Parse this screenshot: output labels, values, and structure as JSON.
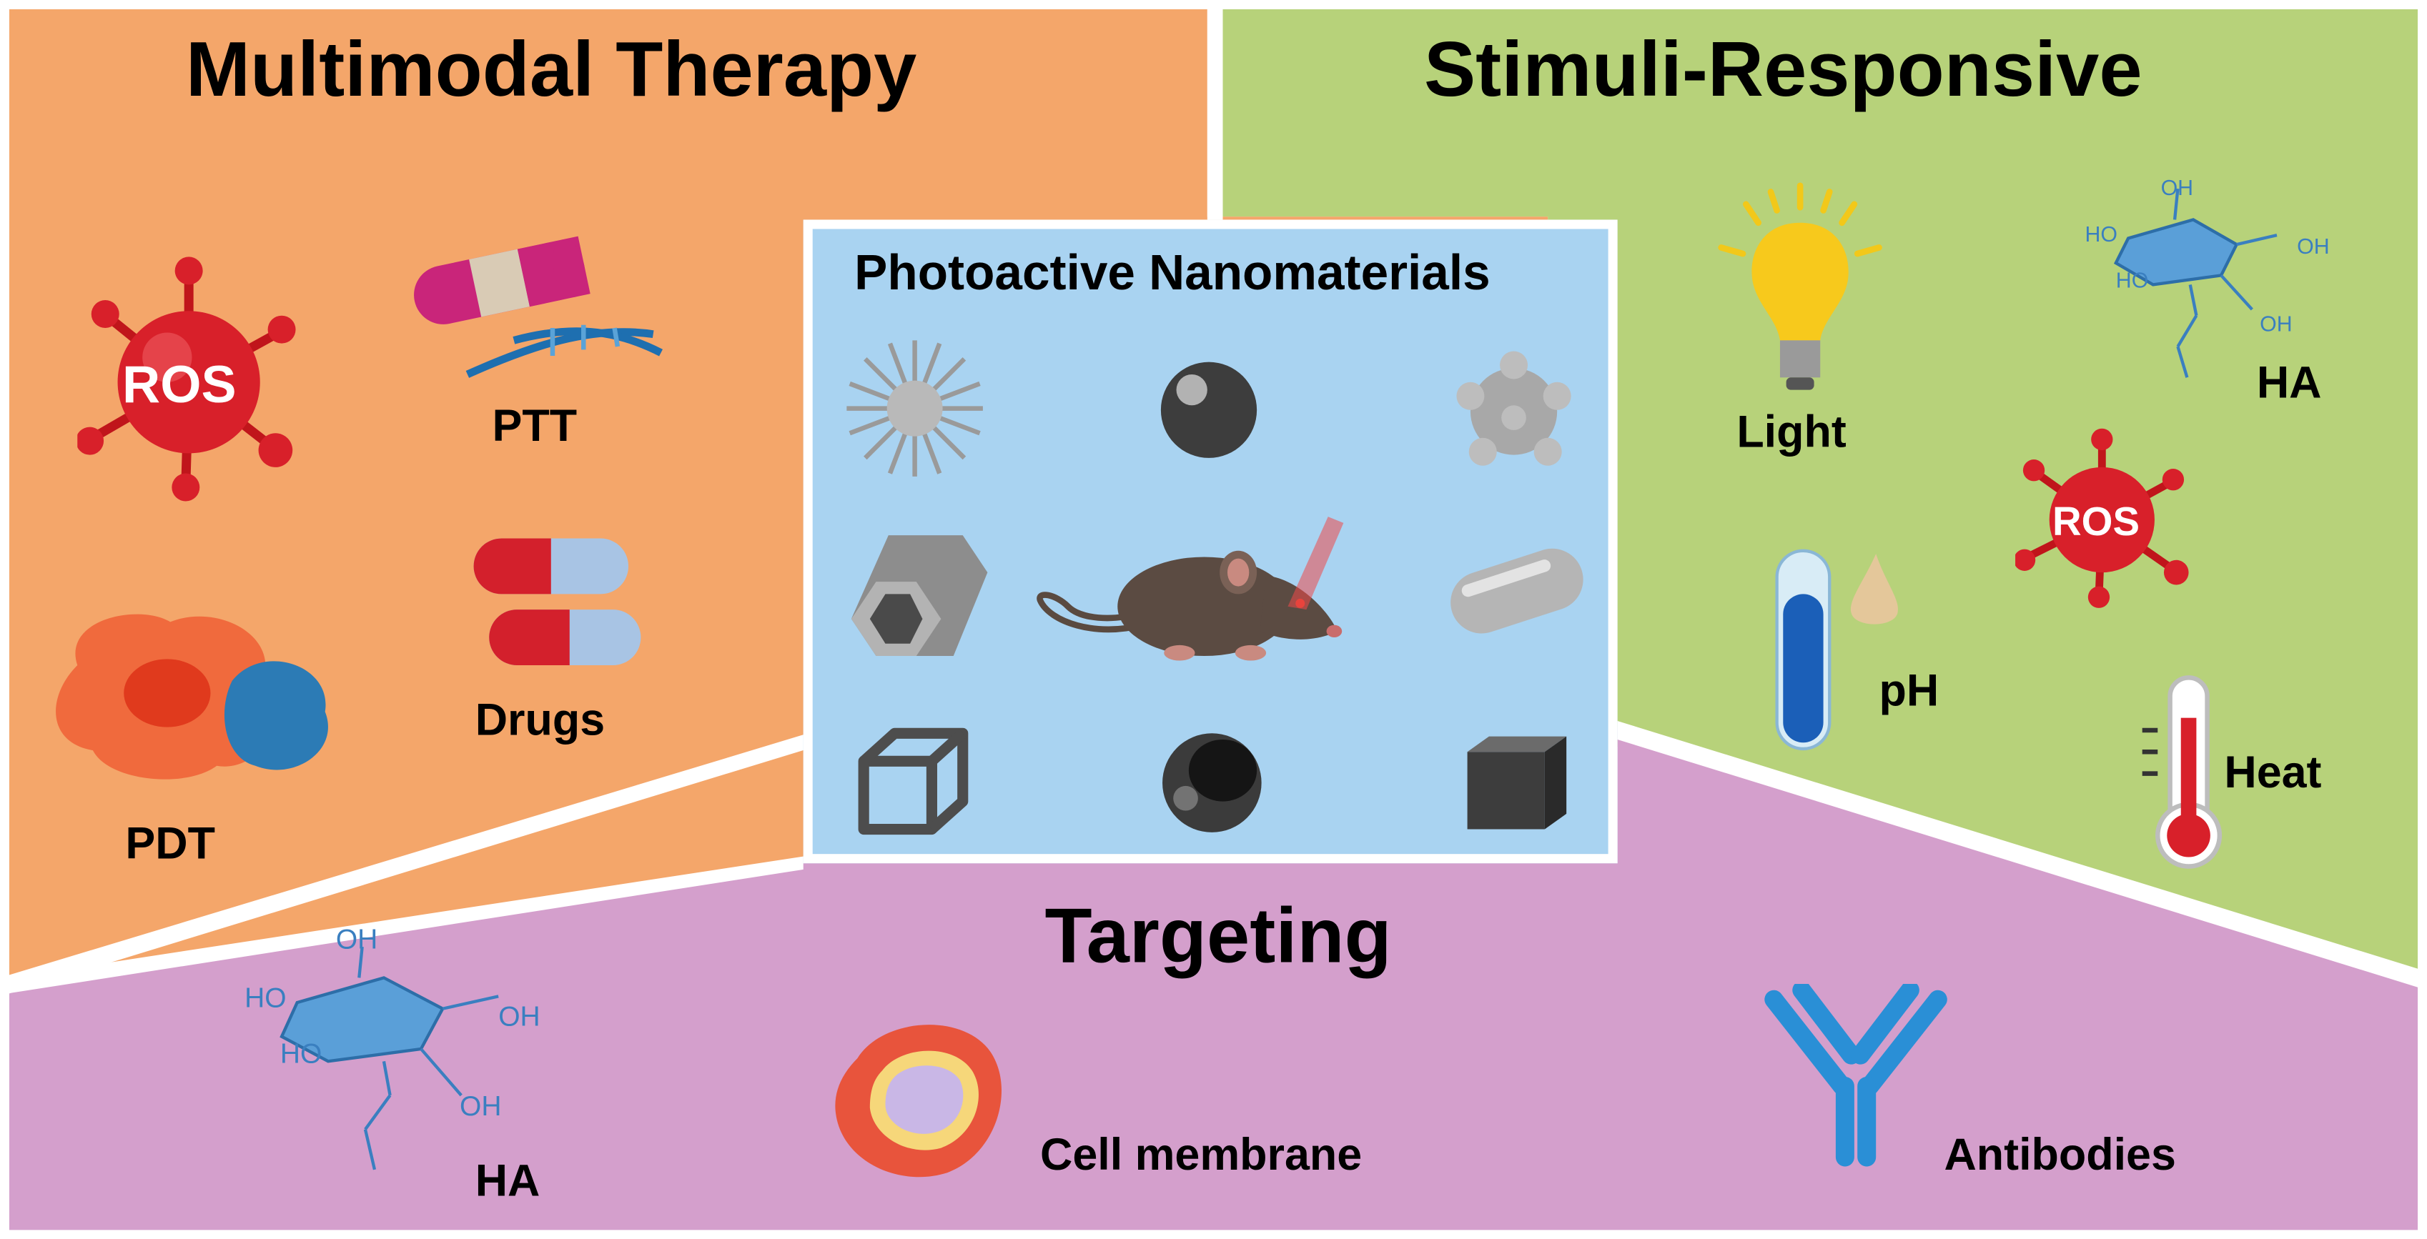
{
  "sections": {
    "multimodal": {
      "title": "Multimodal Therapy",
      "color": "#f4a66a"
    },
    "stimuli": {
      "title": "Stimuli-Responsive",
      "color": "#b7d27a"
    },
    "targeting": {
      "title": "Targeting",
      "color": "#d49fcc"
    },
    "center": {
      "title": "Photoactive Nanomaterials",
      "color": "#a9d3f1"
    }
  },
  "multimodal_items": {
    "ros": "ROS",
    "ptt": "PTT",
    "drugs": "Drugs",
    "pdt": "PDT"
  },
  "stimuli_items": {
    "light": "Light",
    "ha": "HA",
    "ros": "ROS",
    "ph": "pH",
    "heat": "Heat"
  },
  "targeting_items": {
    "ha": "HA",
    "cell_membrane": "Cell membrane",
    "antibodies": "Antibodies"
  },
  "ha_structure_labels": {
    "oh_top": "OH",
    "ho_left": "HO",
    "ho_lower": "HO",
    "oh_right": "OH",
    "oh_bottom": "OH"
  }
}
